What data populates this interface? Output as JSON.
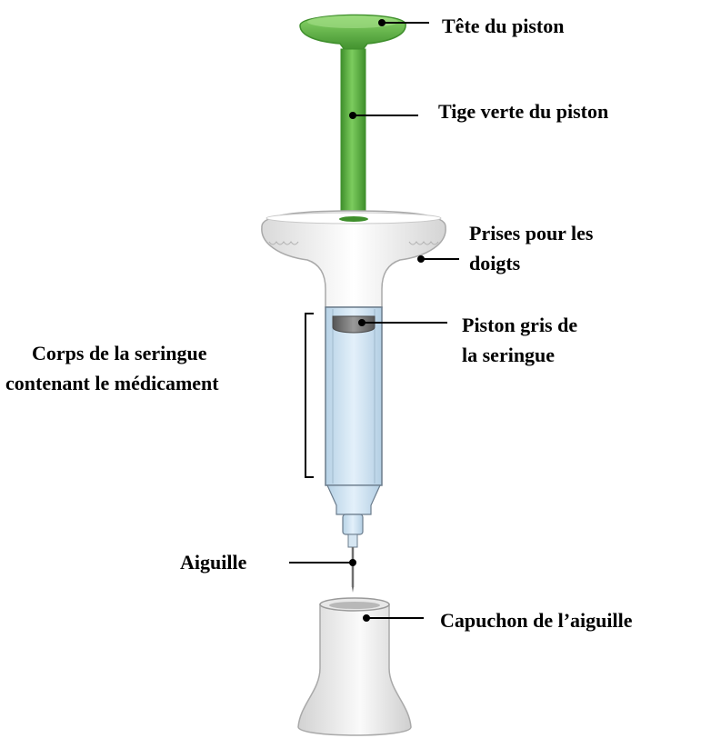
{
  "labels": {
    "plunger_head": "Tête du piston",
    "plunger_rod": "Tige verte du piston",
    "finger_grips_line1": "Prises pour les",
    "finger_grips_line2": "doigts",
    "grey_stopper_line1": "Piston gris de",
    "grey_stopper_line2": "la seringue",
    "barrel_line1": "Corps de la seringue",
    "barrel_line2": "contenant le médicament",
    "needle": "Aiguille",
    "needle_cap": "Capuchon de l’aiguille"
  },
  "colors": {
    "plunger_green": "#5fb847",
    "plunger_green_dark": "#3f8f2c",
    "barrel_blue": "#cfe3f2",
    "barrel_outline": "#6b7c8c",
    "stopper_grey": "#7a7a7a",
    "body_white": "#f7f7f7",
    "outline_grey": "#a9a9a9",
    "leader_line": "#000000"
  }
}
